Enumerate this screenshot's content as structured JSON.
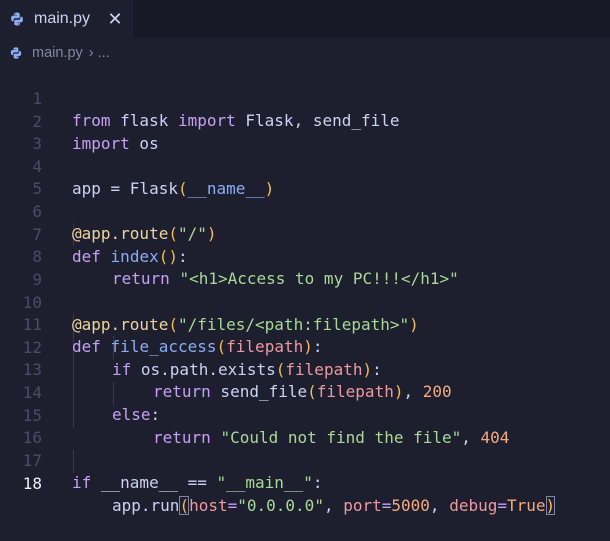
{
  "tab": {
    "label": "main.py",
    "close": "✕",
    "icon": "python-icon"
  },
  "breadcrumb": {
    "file": "main.py",
    "separator": "›",
    "rest": "..."
  },
  "active_line": 18,
  "line_numbers": [
    "1",
    "2",
    "3",
    "4",
    "5",
    "6",
    "7",
    "8",
    "9",
    "10",
    "11",
    "12",
    "13",
    "14",
    "15",
    "16",
    "17",
    "18"
  ],
  "code": {
    "l1": [
      "from",
      " flask ",
      "import",
      " Flask, send_file"
    ],
    "l2": [
      "import",
      " os"
    ],
    "l4": [
      "app = Flask",
      "(",
      "__name__",
      ")"
    ],
    "l6": [
      "@app.route",
      "(",
      "\"/\"",
      ")"
    ],
    "l7": [
      "def",
      " ",
      "index",
      "()",
      ":"
    ],
    "l8": [
      "return",
      " ",
      "\"<h1>Access to my PC!!!</h1>\""
    ],
    "l10": [
      "@app.route",
      "(",
      "\"/files/<path:filepath>\"",
      ")"
    ],
    "l11": [
      "def",
      " ",
      "file_access",
      "(",
      "filepath",
      ")",
      ":"
    ],
    "l12": [
      "if",
      " os.path.exists",
      "(",
      "filepath",
      ")",
      ":"
    ],
    "l13": [
      "return",
      " send_file",
      "(",
      "filepath",
      ")",
      ", ",
      "200"
    ],
    "l14": [
      "else",
      ":"
    ],
    "l15": [
      "return",
      " ",
      "\"Could not find the file\"",
      ", ",
      "404"
    ],
    "l17": [
      "if",
      " __name__ == ",
      "\"__main__\"",
      ":"
    ],
    "l18": [
      "app.run",
      "(",
      "host",
      "=",
      "\"0.0.0.0\"",
      ", ",
      "port",
      "=",
      "5000",
      ", ",
      "debug",
      "=",
      "True",
      ")"
    ]
  }
}
